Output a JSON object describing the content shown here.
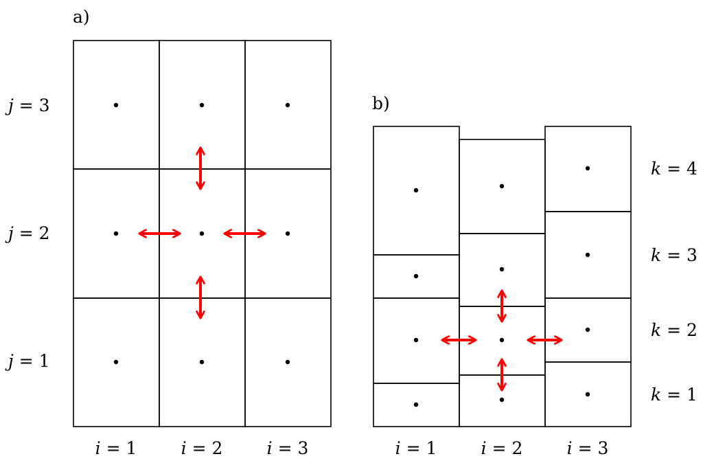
{
  "panel_a": {
    "label": "a)",
    "row_labels": [
      {
        "var": "j",
        "op": " = ",
        "num": "3"
      },
      {
        "var": "j",
        "op": " = ",
        "num": "2"
      },
      {
        "var": "j",
        "op": " = ",
        "num": "1"
      }
    ],
    "col_labels": [
      {
        "var": "i",
        "op": " = ",
        "num": "1"
      },
      {
        "var": "i",
        "op": " = ",
        "num": "2"
      },
      {
        "var": "i",
        "op": " = ",
        "num": "3"
      }
    ]
  },
  "panel_b": {
    "label": "b)",
    "row_labels": [
      {
        "var": "k",
        "op": " = ",
        "num": "4"
      },
      {
        "var": "k",
        "op": " = ",
        "num": "3"
      },
      {
        "var": "k",
        "op": " = ",
        "num": "2"
      },
      {
        "var": "k",
        "op": " = ",
        "num": "1"
      }
    ],
    "col_labels": [
      {
        "var": "i",
        "op": " = ",
        "num": "1"
      },
      {
        "var": "i",
        "op": " = ",
        "num": "2"
      },
      {
        "var": "i",
        "op": " = ",
        "num": "3"
      }
    ]
  },
  "colors": {
    "grid": "#000000",
    "arrow": "#ff0000",
    "background": "#ffffff"
  }
}
